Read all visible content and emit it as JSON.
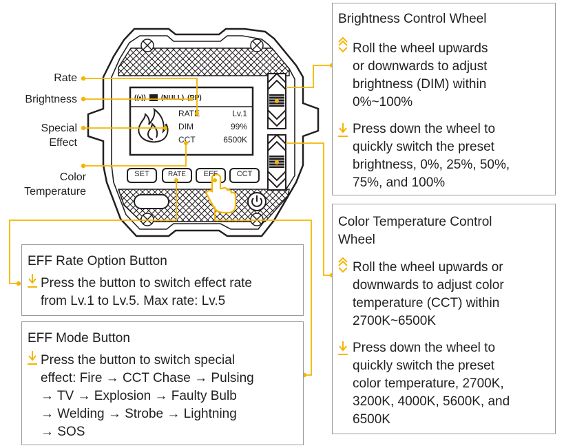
{
  "labels": {
    "rate": "Rate",
    "brightness": "Brightness",
    "special_effect": [
      "Special",
      "Effect"
    ],
    "color_temperature": [
      "Color",
      "Temperature"
    ]
  },
  "device": {
    "status_icons": [
      "((•))",
      "(NULL)",
      "(RP)"
    ],
    "screen_rows": [
      {
        "label": "RATE",
        "value": "Lv.1"
      },
      {
        "label": "DIM",
        "value": "99%"
      },
      {
        "label": "CCT",
        "value": "6500K"
      }
    ],
    "buttons": [
      "SET",
      "RATE",
      "EFF",
      "CCT"
    ]
  },
  "brightness_wheel": {
    "title": "Brightness Control Wheel",
    "roll_text": [
      "Roll the wheel upwards",
      "or downwards to adjust",
      "brightness (DIM) within",
      "0%~100%"
    ],
    "press_text": [
      "Press down the wheel to",
      "quickly switch the preset",
      "brightness, 0%, 25%, 50%,",
      "75%, and 100%"
    ]
  },
  "cct_wheel": {
    "title": [
      "Color Temperature Control",
      "Wheel"
    ],
    "roll_text": [
      "Roll the wheel upwards or",
      "downwards to adjust color",
      "temperature (CCT) within",
      "2700K~6500K"
    ],
    "press_text": [
      "Press down the wheel to",
      "quickly switch the preset",
      "color temperature, 2700K,",
      "3200K, 4000K, 5600K, and",
      "6500K"
    ]
  },
  "eff_rate": {
    "title": "EFF Rate Option Button",
    "text": [
      "Press the button to switch effect rate",
      "from Lv.1 to Lv.5. Max rate: Lv.5"
    ]
  },
  "eff_mode": {
    "title": "EFF Mode Button",
    "text": [
      "Press the button to switch special",
      "effect: Fire → CCT Chase → Pulsing",
      "→ TV → Explosion → Faulty Bulb",
      "→ Welding → Strobe → Lightning",
      "→ SOS"
    ]
  },
  "colors": {
    "accent": "#f5b500",
    "border": "#9a9a9a",
    "text": "#231f20"
  }
}
